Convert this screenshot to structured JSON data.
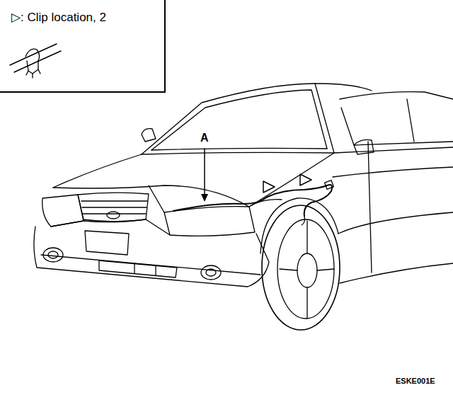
{
  "diagram": {
    "nodes": [
      {
        "text": [
          "▷: Clip location, 2"
        ]
      }
    ],
    "labels": [
      "A",
      "ESKE001E"
    ]
  }
}
